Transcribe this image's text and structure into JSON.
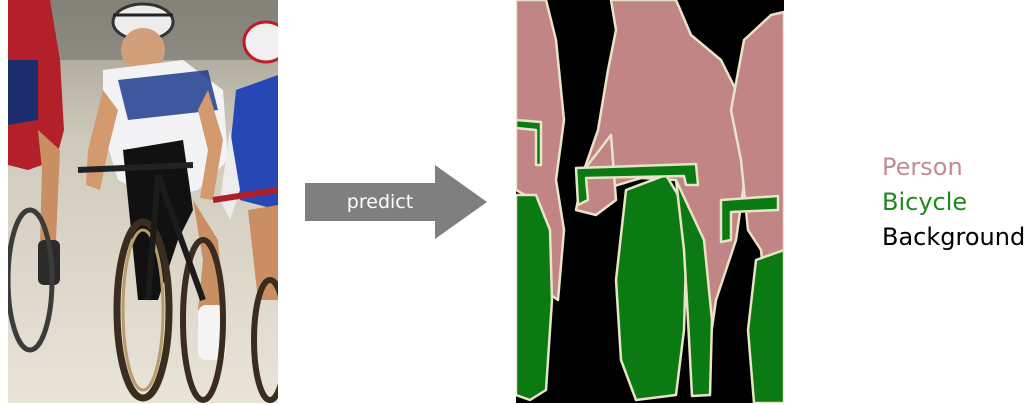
{
  "arrow": {
    "label": "predict",
    "color": "#7f7f7f"
  },
  "legend": {
    "items": [
      {
        "label": "Person",
        "color": "#c48d8d"
      },
      {
        "label": "Bicycle",
        "color": "#1e8a1e"
      },
      {
        "label": "Background",
        "color": "#000000"
      }
    ]
  },
  "segmentation": {
    "classes": [
      "Person",
      "Bicycle",
      "Background"
    ],
    "colors": {
      "person": "#c18585",
      "bicycle": "#0b7a12",
      "background": "#000000",
      "outline": "#e9e3c8"
    }
  }
}
